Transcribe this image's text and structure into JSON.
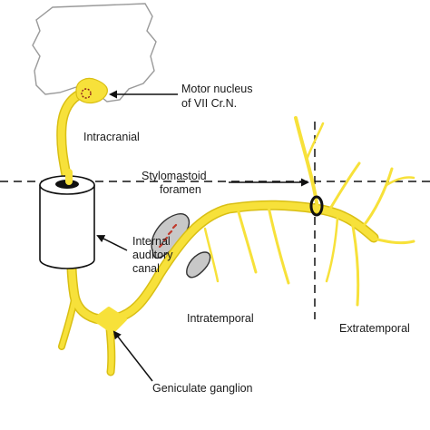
{
  "labels": {
    "motor_nucleus_line1": "Motor nucleus",
    "motor_nucleus_line2": "of VII Cr.N.",
    "intracranial": "Intracranial",
    "stylomastoid_line1": "Stylomastoid",
    "stylomastoid_line2": "foramen",
    "internal_auditory_line1": "Internal",
    "internal_auditory_line2": "auditory",
    "internal_auditory_line3": "canal",
    "intratemporal": "Intratemporal",
    "extratemporal": "Extratemporal",
    "geniculate_ganglion": "Geniculate ganglion"
  },
  "colors": {
    "nerve": "#f7e13a",
    "nerve_edge": "#d9bf14",
    "brainstem_outline": "#9a9a9a",
    "ossicle_fill": "#c8c8c8",
    "ossicle_marks": "#c0392b",
    "line": "#111111"
  }
}
